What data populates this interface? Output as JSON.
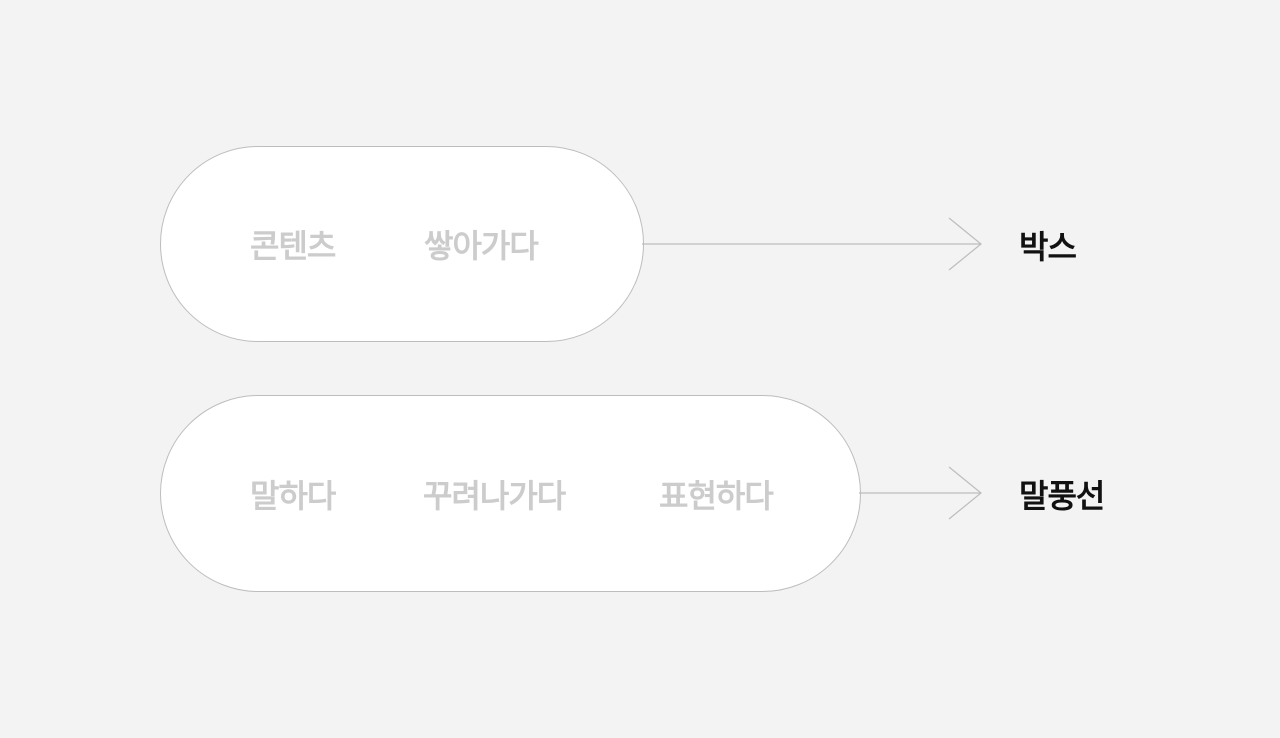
{
  "rows": [
    {
      "words": [
        "콘텐츠",
        "쌓아가다"
      ],
      "result": "박스"
    },
    {
      "words": [
        "말하다",
        "꾸려나가다",
        "표현하다"
      ],
      "result": "말풍선"
    }
  ],
  "colors": {
    "background": "#f3f3f3",
    "pill_fill": "#ffffff",
    "pill_border": "#bdbdbd",
    "word_text": "#cccccc",
    "arrow": "#bdbdbd",
    "result_text": "#111111"
  }
}
